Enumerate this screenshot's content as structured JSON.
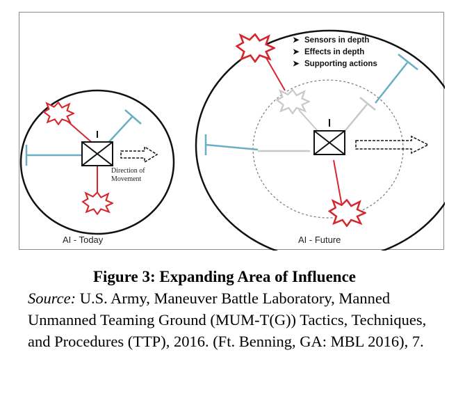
{
  "diagram": {
    "left_panel_label": "AI - Today",
    "right_panel_label": "AI - Future",
    "direction_label_line1": "Direction of",
    "direction_label_line2": "Movement",
    "bullets": [
      "Sensors in depth",
      "Effects in depth",
      "Supporting actions"
    ],
    "colors": {
      "effect_red": "#d7262b",
      "sensor_blue": "#6aaec4",
      "faded_gray": "#c8c8c8",
      "outline": "#111111"
    },
    "icons": [
      "friendly-unit-icon",
      "explosion-icon",
      "sensor-t-icon",
      "direction-arrow-icon",
      "bullet-arrow-icon"
    ]
  },
  "caption": {
    "title": "Figure 3: Expanding Area of Influence",
    "source_label": "Source:",
    "source_text": " U.S. Army, Maneuver Battle Laboratory, Manned Unmanned Teaming Ground (MUM-T(G)) Tactics, Techniques, and Procedures (TTP), 2016. (Ft. Benning, GA: MBL 2016), 7."
  }
}
